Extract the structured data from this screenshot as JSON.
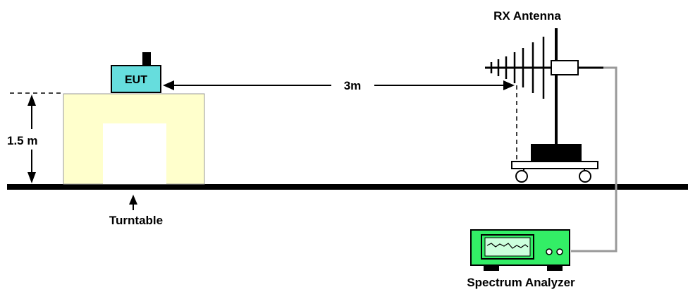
{
  "labels": {
    "eut": "EUT",
    "distance": "3m",
    "height": "1.5 m",
    "turntable": "Turntable",
    "rx_antenna": "RX Antenna",
    "spectrum_analyzer": "Spectrum Analyzer"
  },
  "colors": {
    "turntable_fill": "#ffffcc",
    "turntable_window": "#ffffff",
    "eut_fill": "#66dddd",
    "analyzer_fill": "#33ee66",
    "cable": "#999999",
    "ground": "#000000"
  }
}
